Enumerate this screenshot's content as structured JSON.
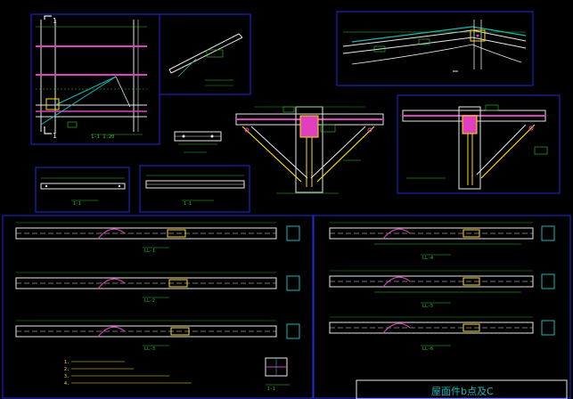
{
  "colors": {
    "background": "#000000",
    "frame": "#1e2bd8",
    "member": "#e8e8e8",
    "beam": "#e040c0",
    "stiffener": "#ffe000",
    "dimension": "#19b8b8",
    "dim_text": "#2cc82c",
    "section": "#ffffff"
  },
  "labels": {
    "mark_1_top": "1",
    "mark_1_bottom": "1",
    "detail_a": "1-1  1:20",
    "detail_b": "1-1",
    "detail_c": "1-1",
    "detail_d": "1-1",
    "row1_left": "LL-1",
    "row2_left": "LL-2",
    "row3_left": "LL-3",
    "row1_right": "LL-4",
    "row2_right": "LL-5",
    "row3_right": "LL-6",
    "small_section": "1-1"
  },
  "notes": {
    "n1": "1.",
    "n2": "2.",
    "n3": "3.",
    "n4": "4."
  },
  "title_block": {
    "title": "屋面件b点及C"
  }
}
